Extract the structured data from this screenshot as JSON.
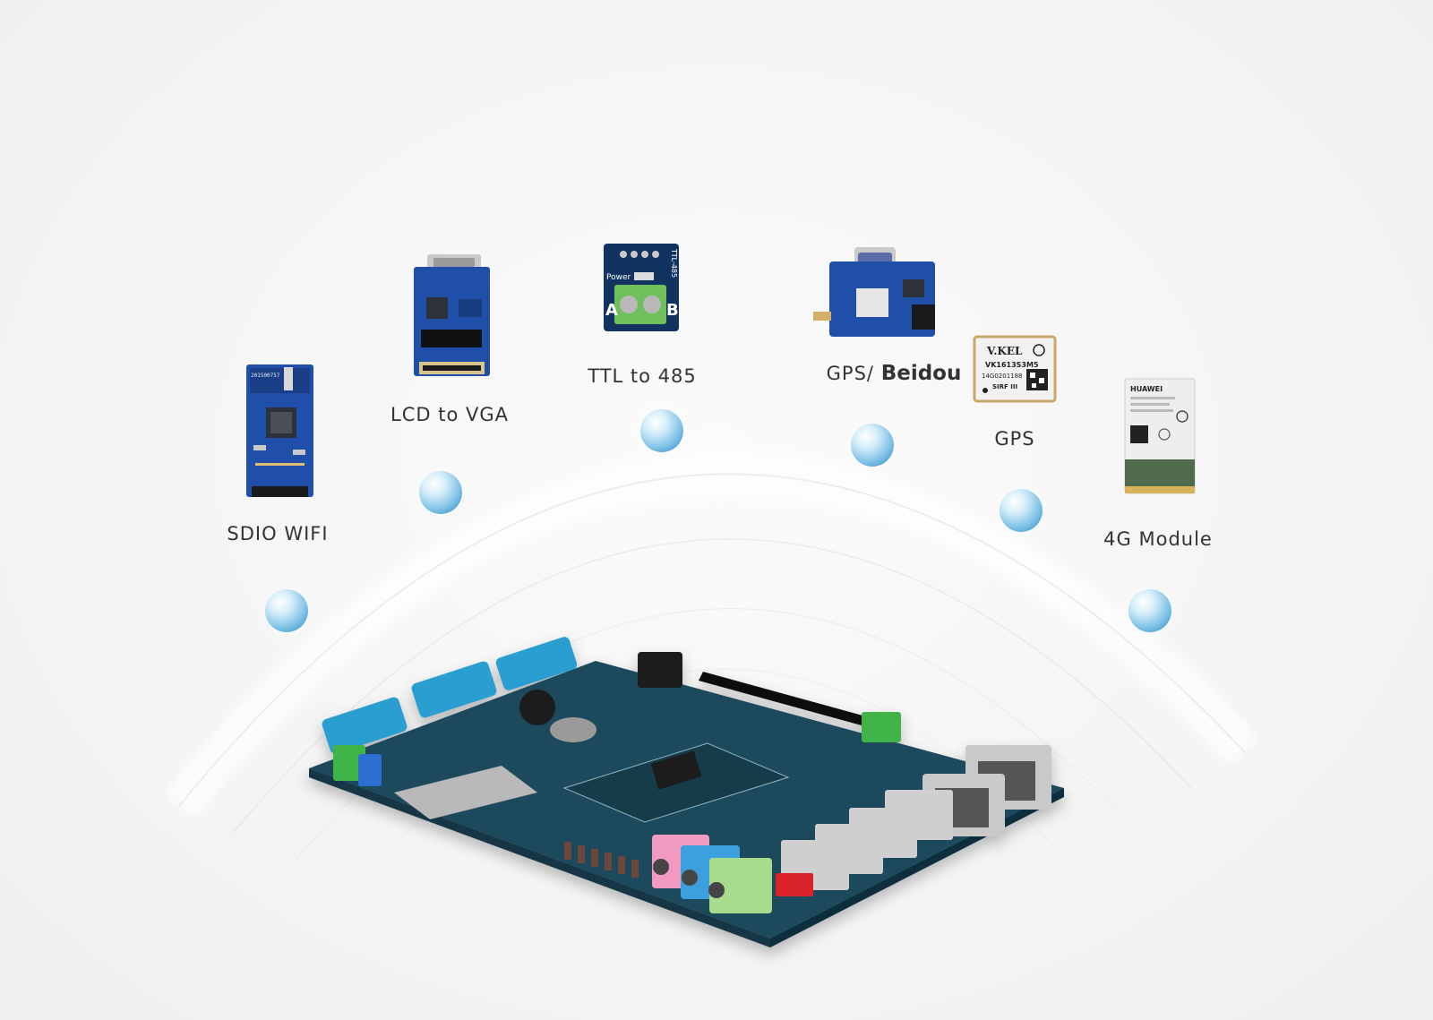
{
  "modules": [
    {
      "id": "sdio-wifi",
      "label": "SDIO WIFI"
    },
    {
      "id": "lcd-to-vga",
      "label": "LCD to VGA"
    },
    {
      "id": "ttl-to-485",
      "label": "TTL to 485",
      "board_text": {
        "power": "Power",
        "a": "A",
        "b": "B",
        "side": "TTL-485"
      }
    },
    {
      "id": "gps-beidou",
      "label_prefix": "GPS/ ",
      "label_bold": "Beidou"
    },
    {
      "id": "gps",
      "label": "GPS",
      "chip_text": {
        "brand": "V.KEL",
        "model": "VK1613S3M5",
        "serial": "14G0201188",
        "sirf": "SIRF III"
      }
    },
    {
      "id": "4g-module",
      "label": "4G Module",
      "chip_text": {
        "brand": "HUAWEI"
      }
    }
  ],
  "wifi_board_serial": "201500757",
  "colors": {
    "pcb_blue": "#1f4fa8",
    "pcb_dark": "#12325f",
    "main_board": "#1b4a5c",
    "bubble": "#9fd3ee",
    "arc": "#ffffff"
  }
}
